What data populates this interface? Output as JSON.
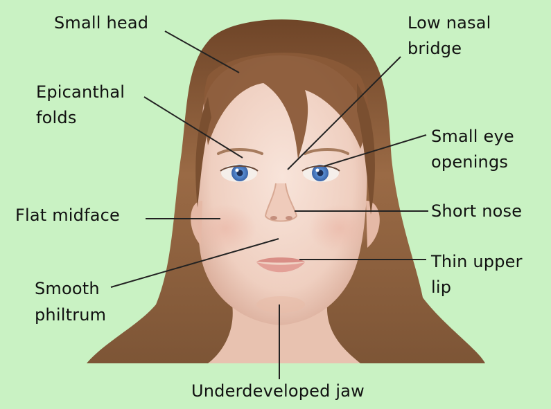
{
  "colors": {
    "background": "#c9f2c3",
    "hair": "#8a5a38",
    "skin": "#f3d6c8",
    "iris": "#4f7fc4",
    "leader_line": "#222222"
  },
  "labels": {
    "small_head": "Small head",
    "low_nasal_bridge_1": "Low nasal",
    "low_nasal_bridge_2": "bridge",
    "epicanthal_folds_1": "Epicanthal",
    "epicanthal_folds_2": "folds",
    "small_eye_openings_1": "Small eye",
    "small_eye_openings_2": "openings",
    "flat_midface": "Flat midface",
    "short_nose": "Short nose",
    "smooth_philtrum_1": "Smooth",
    "smooth_philtrum_2": "philtrum",
    "thin_upper_lip_1": "Thin upper",
    "thin_upper_lip_2": "lip",
    "underdeveloped_jaw": "Underdeveloped jaw"
  }
}
